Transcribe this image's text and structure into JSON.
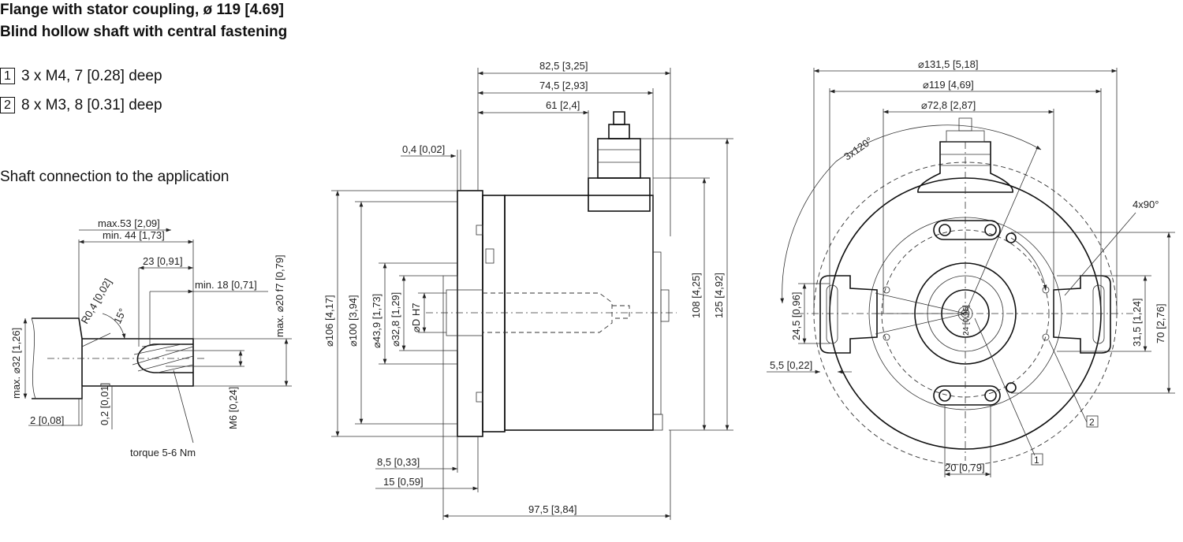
{
  "header": {
    "title_line1": "Flange with stator coupling, ø 119 [4.69]",
    "title_line2": "Blind hollow shaft with central fastening"
  },
  "notes": [
    {
      "num": "1",
      "text": "3 x M4, 7 [0.28] deep"
    },
    {
      "num": "2",
      "text": "8 x M3, 8 [0.31] deep"
    }
  ],
  "shaft_section": {
    "title": "Shaft connection to the application",
    "dims": {
      "max53": "max.53 [2,09]",
      "min44": "min. 44 [1,73]",
      "d23": "23 [0,91]",
      "min18": "min. 18 [0,71]",
      "r04": "R0,4 [0,02]",
      "angle15": "15°",
      "maxd32": "max. ⌀32 [1,26]",
      "maxd20": "max. ⌀20 f7 [0,79]",
      "d2": "2 [0,08]",
      "d02": "0,2 [0,01]",
      "m6": "M6 [0,24]",
      "torque": "torque 5-6 Nm"
    }
  },
  "side_view": {
    "dims": {
      "d825": "82,5 [3,25]",
      "d745": "74,5 [2,93]",
      "d61": "61 [2,4]",
      "d04": "0,4 [0,02]",
      "d106": "⌀106 [4,17]",
      "d100": "⌀100 [3,94]",
      "d439": "⌀43,9 [1,73]",
      "d328": "⌀32,8 [1,29]",
      "dD": "⌀D H7",
      "d108": "108 [4,25]",
      "d125": "125 [4,92]",
      "d85": "8,5 [0,33]",
      "d15": "15 [0,59]",
      "d975": "97,5 [3,84]"
    }
  },
  "front_view": {
    "dims": {
      "d1315": "⌀131,5 [5,18]",
      "d119": "⌀119 [4,69]",
      "d728": "⌀72,8 [2,87]",
      "angle3x120": "3x120°",
      "angle4x90": "4x90°",
      "d245": "24,5 [0,96]",
      "d55": "5,5 [0,22]",
      "d315": "31,5 [1,24]",
      "d70": "70 [2,76]",
      "d20": "20 [0,79]",
      "inner": "24 [0,95]",
      "label1": "1",
      "label2": "2"
    }
  }
}
